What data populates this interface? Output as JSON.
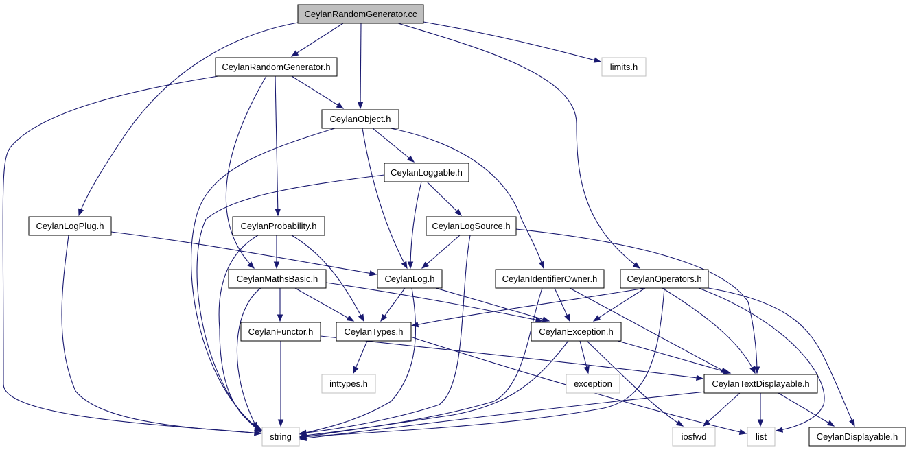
{
  "nodes": [
    {
      "id": "root",
      "label": "CeylanRandomGenerator.cc",
      "kind": "root"
    },
    {
      "id": "rgh",
      "label": "CeylanRandomGenerator.h",
      "kind": "doc"
    },
    {
      "id": "limits",
      "label": "limits.h",
      "kind": "sys"
    },
    {
      "id": "obj",
      "label": "CeylanObject.h",
      "kind": "doc"
    },
    {
      "id": "loggable",
      "label": "CeylanLoggable.h",
      "kind": "doc"
    },
    {
      "id": "logplug",
      "label": "CeylanLogPlug.h",
      "kind": "doc"
    },
    {
      "id": "prob",
      "label": "CeylanProbability.h",
      "kind": "doc"
    },
    {
      "id": "logsrc",
      "label": "CeylanLogSource.h",
      "kind": "doc"
    },
    {
      "id": "maths",
      "label": "CeylanMathsBasic.h",
      "kind": "doc"
    },
    {
      "id": "log",
      "label": "CeylanLog.h",
      "kind": "doc"
    },
    {
      "id": "idown",
      "label": "CeylanIdentifierOwner.h",
      "kind": "doc"
    },
    {
      "id": "ops",
      "label": "CeylanOperators.h",
      "kind": "doc"
    },
    {
      "id": "functor",
      "label": "CeylanFunctor.h",
      "kind": "doc"
    },
    {
      "id": "types",
      "label": "CeylanTypes.h",
      "kind": "doc"
    },
    {
      "id": "exc",
      "label": "CeylanException.h",
      "kind": "doc"
    },
    {
      "id": "inttypes",
      "label": "inttypes.h",
      "kind": "sys"
    },
    {
      "id": "exception",
      "label": "exception",
      "kind": "sys"
    },
    {
      "id": "textdisp",
      "label": "CeylanTextDisplayable.h",
      "kind": "doc"
    },
    {
      "id": "string",
      "label": "string",
      "kind": "sys"
    },
    {
      "id": "iosfwd",
      "label": "iosfwd",
      "kind": "sys"
    },
    {
      "id": "list",
      "label": "list",
      "kind": "sys"
    },
    {
      "id": "disp",
      "label": "CeylanDisplayable.h",
      "kind": "doc"
    }
  ],
  "edges": [
    {
      "from": "root",
      "to": "rgh"
    },
    {
      "from": "root",
      "to": "obj"
    },
    {
      "from": "root",
      "to": "logplug"
    },
    {
      "from": "root",
      "to": "ops"
    },
    {
      "from": "root",
      "to": "limits"
    },
    {
      "from": "rgh",
      "to": "obj"
    },
    {
      "from": "rgh",
      "to": "prob"
    },
    {
      "from": "rgh",
      "to": "maths"
    },
    {
      "from": "rgh",
      "to": "string"
    },
    {
      "from": "obj",
      "to": "loggable"
    },
    {
      "from": "obj",
      "to": "log"
    },
    {
      "from": "obj",
      "to": "idown"
    },
    {
      "from": "obj",
      "to": "string"
    },
    {
      "from": "loggable",
      "to": "logsrc"
    },
    {
      "from": "loggable",
      "to": "log"
    },
    {
      "from": "loggable",
      "to": "string"
    },
    {
      "from": "logplug",
      "to": "log"
    },
    {
      "from": "logplug",
      "to": "string"
    },
    {
      "from": "prob",
      "to": "maths"
    },
    {
      "from": "prob",
      "to": "types"
    },
    {
      "from": "prob",
      "to": "string"
    },
    {
      "from": "logsrc",
      "to": "log"
    },
    {
      "from": "logsrc",
      "to": "textdisp"
    },
    {
      "from": "logsrc",
      "to": "string"
    },
    {
      "from": "maths",
      "to": "functor"
    },
    {
      "from": "maths",
      "to": "types"
    },
    {
      "from": "maths",
      "to": "exc"
    },
    {
      "from": "maths",
      "to": "string"
    },
    {
      "from": "log",
      "to": "types"
    },
    {
      "from": "log",
      "to": "exc"
    },
    {
      "from": "log",
      "to": "string"
    },
    {
      "from": "idown",
      "to": "exc"
    },
    {
      "from": "idown",
      "to": "textdisp"
    },
    {
      "from": "idown",
      "to": "string"
    },
    {
      "from": "ops",
      "to": "types"
    },
    {
      "from": "ops",
      "to": "exc"
    },
    {
      "from": "ops",
      "to": "textdisp"
    },
    {
      "from": "ops",
      "to": "string"
    },
    {
      "from": "ops",
      "to": "list"
    },
    {
      "from": "ops",
      "to": "disp"
    },
    {
      "from": "functor",
      "to": "textdisp"
    },
    {
      "from": "functor",
      "to": "string"
    },
    {
      "from": "types",
      "to": "inttypes"
    },
    {
      "from": "types",
      "to": "list"
    },
    {
      "from": "exc",
      "to": "exception"
    },
    {
      "from": "exc",
      "to": "textdisp"
    },
    {
      "from": "exc",
      "to": "iosfwd"
    },
    {
      "from": "exc",
      "to": "string"
    },
    {
      "from": "textdisp",
      "to": "iosfwd"
    },
    {
      "from": "textdisp",
      "to": "list"
    },
    {
      "from": "textdisp",
      "to": "disp"
    },
    {
      "from": "textdisp",
      "to": "string"
    }
  ],
  "colors": {
    "edge": "#191970",
    "node_border": "#000000",
    "system_border": "#bfbfbf",
    "root_fill": "#bfbfbf"
  }
}
